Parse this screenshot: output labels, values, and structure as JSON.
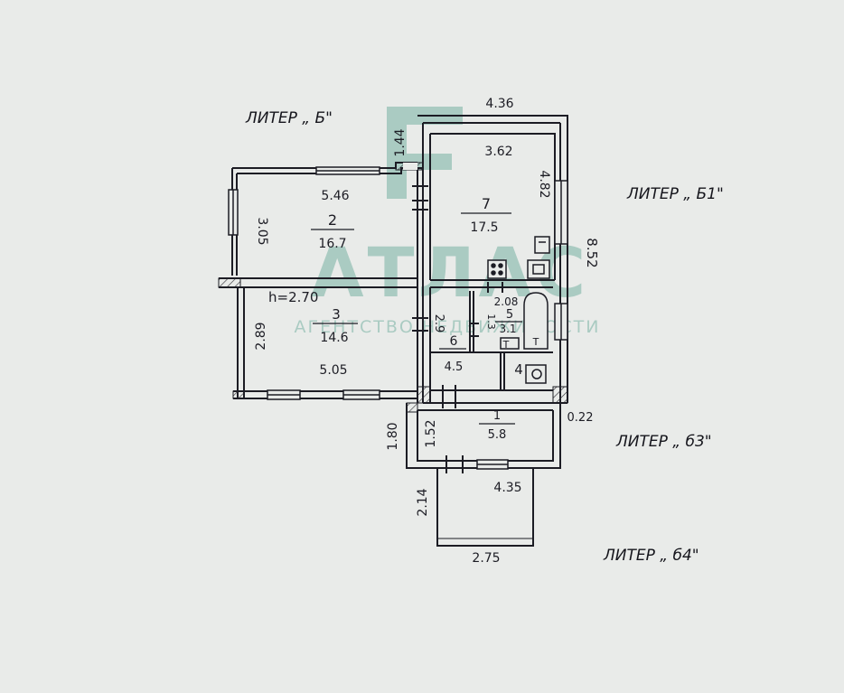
{
  "labels": {
    "liter_b": "ЛИТЕР „ Б\"",
    "liter_b1": "ЛИТЕР „ Б1\"",
    "liter_b3": "ЛИТЕР „ б3\"",
    "liter_b4": "ЛИТЕР „ б4\""
  },
  "dimensions": {
    "top_width": "4.36",
    "left_small": "1.44",
    "room7_width": "3.62",
    "room7_height": "4.82",
    "right_total": "8.52",
    "room2_width": "5.46",
    "room2_height": "3.05",
    "ceiling_height": "h=2.70",
    "room3_height": "2.89",
    "room3_width": "5.05",
    "corridor": "2.9",
    "room5_width": "2.08",
    "room5_height": "1.3",
    "entry_offset": "0.22",
    "entry_left_outer": "1.80",
    "entry_left_inner": "1.52",
    "entry_width": "4.35",
    "porch_height": "2.14",
    "porch_width": "2.75"
  },
  "rooms": [
    {
      "number": "1",
      "area": "5.8"
    },
    {
      "number": "2",
      "area": "16.7"
    },
    {
      "number": "3",
      "area": "14.6"
    },
    {
      "number": "4",
      "area": ""
    },
    {
      "number": "5",
      "area": "3.1"
    },
    {
      "number": "6",
      "area": "4.5"
    },
    {
      "number": "7",
      "area": "17.5"
    }
  ],
  "fixtures": {
    "toilet_letter": "T"
  },
  "watermark": {
    "brand": "АТЛАС",
    "tagline": "АГЕНТСТВО НЕДВИЖИМОСТИ"
  },
  "colors": {
    "paper": "#e9ebe9",
    "ink": "#1c1c24",
    "watermark": "#5fa593"
  }
}
